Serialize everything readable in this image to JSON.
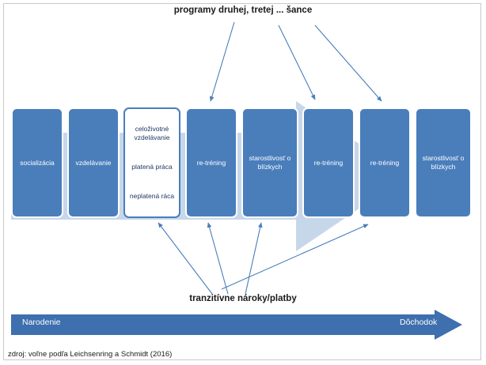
{
  "diagram": {
    "title_top": "programy druhej, tretej ... šance",
    "title_bottom": "tranzitívne nároky/platby",
    "source": "zdroj: voľne podľa Leichsenring a Schmidt (2016)",
    "colors": {
      "box_fill": "#4a7ebb",
      "box_text": "#ffffff",
      "white_box_border": "#4a7ebb",
      "white_box_text": "#1f3864",
      "background_arrow": "#c7d7ea",
      "timeline_arrow": "#3e6fae",
      "connector_line": "#4a7ebb",
      "frame_border": "#c9c9c9"
    },
    "boxes": [
      {
        "id": "socializacia",
        "lines": [
          "socializácia"
        ],
        "style": "filled"
      },
      {
        "id": "vzdelavanie",
        "lines": [
          "vzdelávanie"
        ],
        "style": "filled"
      },
      {
        "id": "celozivotne",
        "lines": [
          "celoživotné vzdelávanie",
          "platená práca",
          "neplatená ráca"
        ],
        "style": "white"
      },
      {
        "id": "re-trening-1",
        "lines": [
          "re-tréning"
        ],
        "style": "filled"
      },
      {
        "id": "starostlivost-1",
        "lines": [
          "starostlivosť o blízkych"
        ],
        "style": "filled"
      },
      {
        "id": "re-trening-2",
        "lines": [
          "re-tréning"
        ],
        "style": "filled"
      },
      {
        "id": "re-trening-3",
        "lines": [
          "re-tréning"
        ],
        "style": "filled"
      },
      {
        "id": "starostlivost-2",
        "lines": [
          "starostlivosť o blízkych"
        ],
        "style": "filled"
      }
    ],
    "timeline": {
      "start_label": "Narodenie",
      "end_label": "Dôchodok"
    }
  }
}
